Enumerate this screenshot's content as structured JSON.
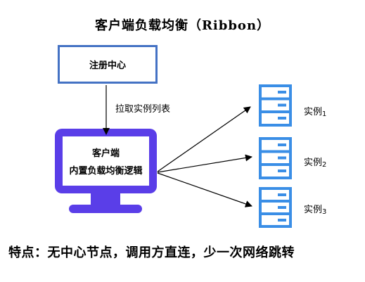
{
  "title": "客户端负载均衡（Ribbon）",
  "registry": {
    "label": "注册中心"
  },
  "edge_label": "拉取实例列表",
  "client": {
    "line1": "客户端",
    "line2": "内置负载均衡逻辑"
  },
  "instances": [
    {
      "label": "实例",
      "index": "1"
    },
    {
      "label": "实例",
      "index": "2"
    },
    {
      "label": "实例",
      "index": "3"
    }
  ],
  "features": "特点：无中心节点，调用方直连，少一次网络跳转",
  "colors": {
    "registry_border": "#4472c4",
    "monitor": "#5a3ee8",
    "server": "#3a8ee6"
  },
  "icons": [
    "server-icon",
    "monitor-icon"
  ]
}
